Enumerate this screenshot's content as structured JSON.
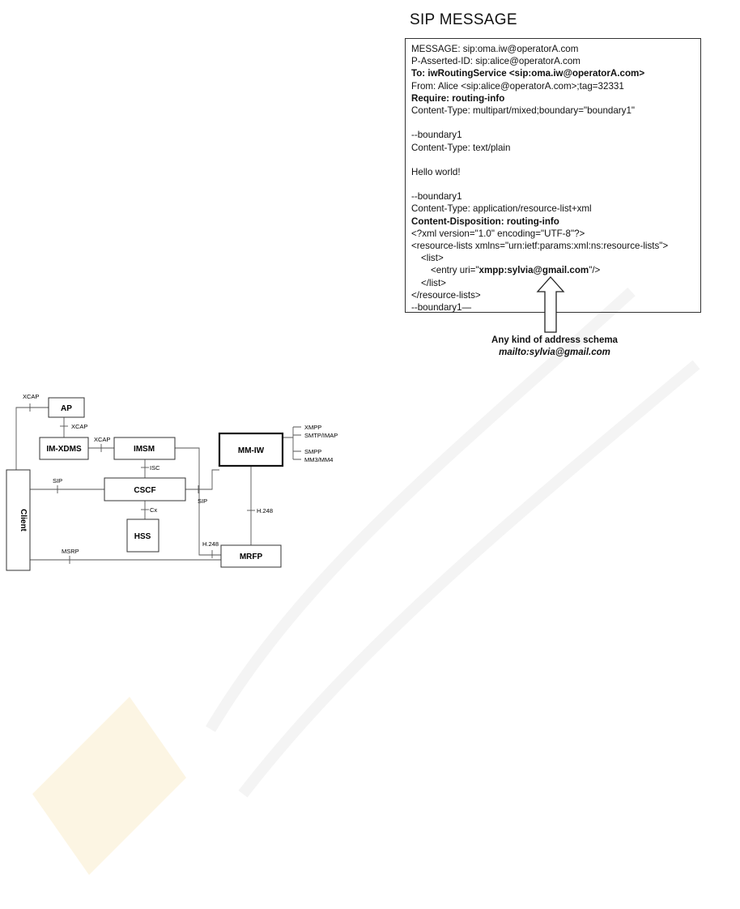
{
  "sip": {
    "title": "SIP MESSAGE",
    "lines": {
      "l1": "MESSAGE: sip:oma.iw@operatorA.com",
      "l2": "P-Asserted-ID: sip:alice@operatorA.com",
      "l3": "To: iwRoutingService <sip:oma.iw@operatorA.com>",
      "l4": "From: Alice <sip:alice@operatorA.com>;tag=32331",
      "l5": "Require: routing-info",
      "l6": "Content-Type: multipart/mixed;boundary=\"boundary1\"",
      "l7": "--boundary1",
      "l8": "Content-Type: text/plain",
      "l9": "Hello world!",
      "l10": "--boundary1",
      "l11": "Content-Type: application/resource-list+xml",
      "l12": "Content-Disposition: routing-info",
      "l13": "<?xml version=\"1.0\" encoding=\"UTF-8\"?>",
      "l14": "<resource-lists xmlns=\"urn:ietf:params:xml:ns:resource-lists\">",
      "l15": "<list>",
      "l16_pre": "<entry uri=\"",
      "l16_uri": "xmpp:sylvia@gmail.com",
      "l16_post": "\"/>",
      "l17": "</list>",
      "l18": "</resource-lists>",
      "l19": "--boundary1—"
    }
  },
  "annotation": {
    "line1": "Any kind of address schema",
    "line2": "mailto:sylvia@gmail.com"
  },
  "architecture": {
    "nodes": {
      "ap": "AP",
      "imxdms": "IM-XDMS",
      "imsm": "IMSM",
      "mmiw": "MM-IW",
      "cscf": "CSCF",
      "hss": "HSS",
      "mrfp": "MRFP",
      "client": "Client"
    },
    "interfaces": {
      "xcap_top": "XCAP",
      "xcap_ap": "XCAP",
      "xcap_mid": "XCAP",
      "isc": "ISC",
      "sip_client": "SIP",
      "sip_mmiw": "SIP",
      "cx": "Cx",
      "h248_mmiw": "H.248",
      "h248_mrfp": "H.248",
      "msrp": "MSRP"
    },
    "protocols": {
      "xmpp": "XMPP",
      "smtp": "SMTP/IMAP",
      "smpp": "SMPP",
      "mm": "MM3/MM4"
    }
  }
}
